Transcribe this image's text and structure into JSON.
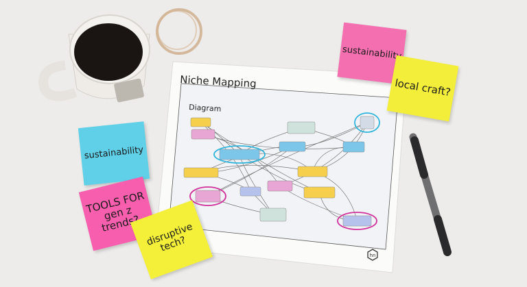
{
  "paper": {
    "title": "Niche Mapping",
    "section_label": "Diagram",
    "logo_text": "hn"
  },
  "sticky_notes": [
    {
      "text": "sustainability",
      "color": "#f46fb0"
    },
    {
      "text": "local craft?",
      "color": "#f3ee3a"
    },
    {
      "text": "sustainability",
      "color": "#5fd0e8"
    },
    {
      "text": "TOOLS FOR gen z trends?",
      "color": "#f75fae"
    },
    {
      "text": "disruptive tech?",
      "color": "#f4f03a"
    }
  ],
  "node_colors": {
    "yellow": "#f6d04d",
    "pink": "#e8a6d4",
    "blue": "#7cc6ea",
    "green": "#cfe3dc",
    "lavender": "#b5c2ec",
    "grey": "#d3dce6"
  },
  "highlight_colors": {
    "blue": "#2fb4dc",
    "pink": "#d0309a"
  }
}
